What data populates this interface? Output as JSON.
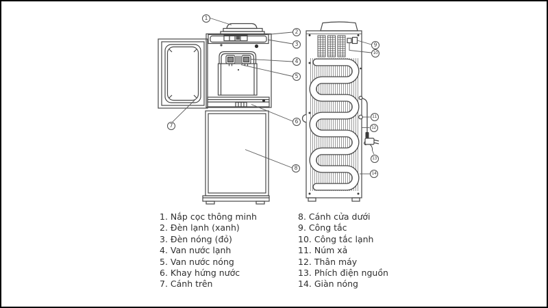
{
  "figure": {
    "subject": "water dispenser parts diagram, front view with open door and back view with condenser coil",
    "views": {
      "front": "front-view",
      "back": "back-view"
    }
  },
  "callouts": [
    "1",
    "2",
    "3",
    "4",
    "5",
    "6",
    "7",
    "8",
    "9",
    "10",
    "11",
    "12",
    "13",
    "14"
  ],
  "legend": {
    "left": [
      "1. Nắp cọc thông minh",
      "2. Đèn lạnh (xanh)",
      "3. Đèn nóng (đỏ)",
      "4. Van nước lạnh",
      "5. Van nước nóng",
      "6. Khay hứng nước",
      "7. Cánh trên"
    ],
    "right": [
      "8. Cánh cửa dưới",
      "9. Công tắc",
      "10. Công tắc lạnh",
      "11. Núm xả",
      "12. Thân máy",
      "13. Phích điện nguồn",
      "14. Giàn nóng"
    ]
  },
  "colors": {
    "background": "#ffffff",
    "frame_border": "#000000",
    "line_art": "#454545",
    "leader_line": "#5a5a5a",
    "text": "#2e2e2e"
  }
}
